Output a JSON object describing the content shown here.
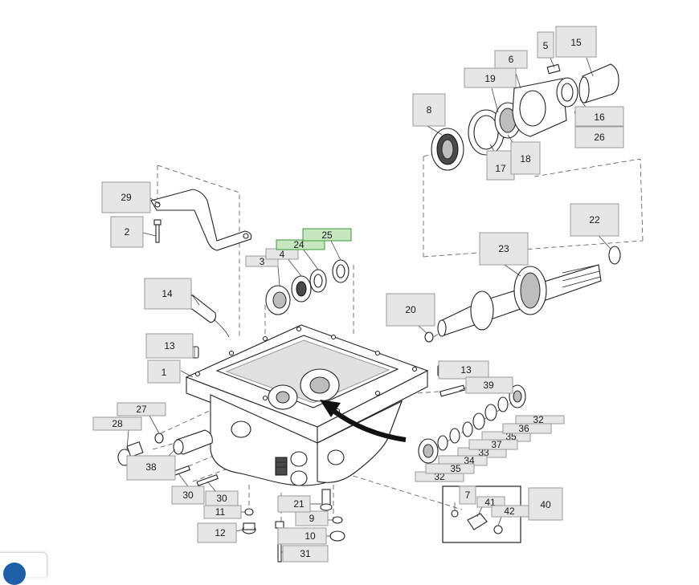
{
  "diagram": {
    "callouts": [
      {
        "id": "c1",
        "text": "1"
      },
      {
        "id": "c2",
        "text": "2"
      },
      {
        "id": "c3",
        "text": "3"
      },
      {
        "id": "c4",
        "text": "4"
      },
      {
        "id": "c5",
        "text": "5"
      },
      {
        "id": "c6",
        "text": "6"
      },
      {
        "id": "c7",
        "text": "7"
      },
      {
        "id": "c8",
        "text": "8"
      },
      {
        "id": "c9",
        "text": "9"
      },
      {
        "id": "c10",
        "text": "10"
      },
      {
        "id": "c11",
        "text": "11"
      },
      {
        "id": "c12",
        "text": "12"
      },
      {
        "id": "c13a",
        "text": "13"
      },
      {
        "id": "c13b",
        "text": "13"
      },
      {
        "id": "c14",
        "text": "14"
      },
      {
        "id": "c15",
        "text": "15"
      },
      {
        "id": "c16",
        "text": "16"
      },
      {
        "id": "c17",
        "text": "17"
      },
      {
        "id": "c18",
        "text": "18"
      },
      {
        "id": "c19",
        "text": "19"
      },
      {
        "id": "c20",
        "text": "20"
      },
      {
        "id": "c21",
        "text": "21"
      },
      {
        "id": "c22",
        "text": "22"
      },
      {
        "id": "c23",
        "text": "23"
      },
      {
        "id": "c24",
        "text": "24",
        "highlighted": true
      },
      {
        "id": "c25",
        "text": "25",
        "highlighted": true
      },
      {
        "id": "c26",
        "text": "26"
      },
      {
        "id": "c27",
        "text": "27"
      },
      {
        "id": "c28",
        "text": "28"
      },
      {
        "id": "c29",
        "text": "29"
      },
      {
        "id": "c30a",
        "text": "30"
      },
      {
        "id": "c30b",
        "text": "30"
      },
      {
        "id": "c31",
        "text": "31"
      },
      {
        "id": "c32a",
        "text": "32"
      },
      {
        "id": "c32b",
        "text": "32"
      },
      {
        "id": "c33",
        "text": "33"
      },
      {
        "id": "c34",
        "text": "34"
      },
      {
        "id": "c35a",
        "text": "35"
      },
      {
        "id": "c35b",
        "text": "35"
      },
      {
        "id": "c36",
        "text": "36"
      },
      {
        "id": "c37",
        "text": "37"
      },
      {
        "id": "c38",
        "text": "38"
      },
      {
        "id": "c39",
        "text": "39"
      },
      {
        "id": "c40",
        "text": "40"
      },
      {
        "id": "c41",
        "text": "41"
      },
      {
        "id": "c42",
        "text": "42"
      }
    ]
  },
  "colors": {
    "label_fill": "#e6e6e6",
    "label_border": "#9a9a9a",
    "highlight_fill": "#c8e6c0",
    "highlight_border": "#3c9a3c",
    "corner_icon": "#1f5fa8"
  }
}
